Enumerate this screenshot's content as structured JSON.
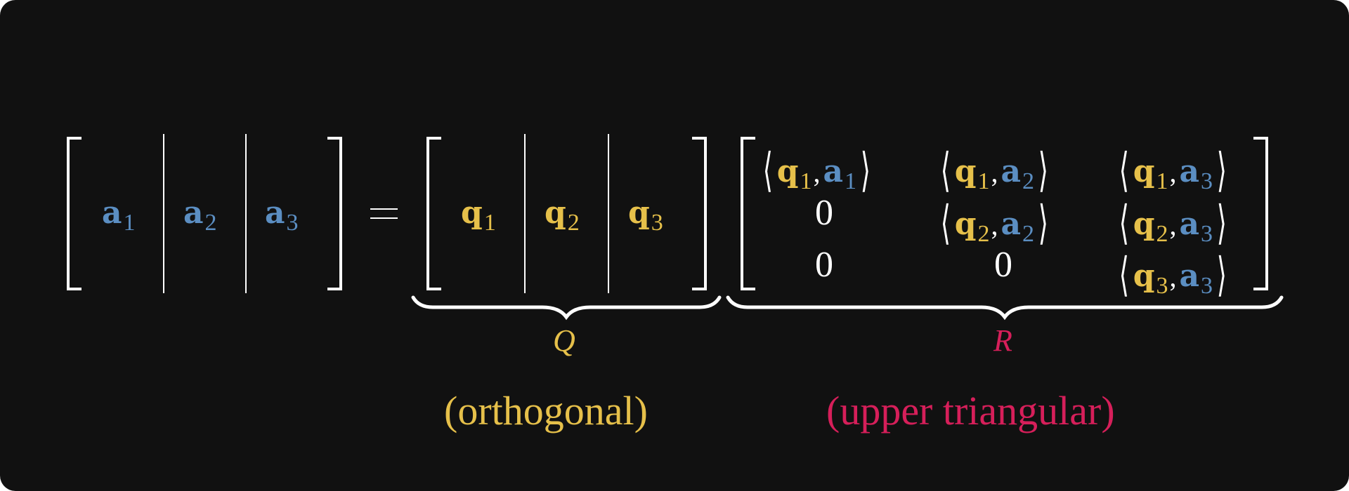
{
  "equation": {
    "lhs": {
      "columns": [
        {
          "symbol": "a",
          "subscript": "1"
        },
        {
          "symbol": "a",
          "subscript": "2"
        },
        {
          "symbol": "a",
          "subscript": "3"
        }
      ]
    },
    "equals": "=",
    "q_matrix": {
      "columns": [
        {
          "symbol": "q",
          "subscript": "1"
        },
        {
          "symbol": "q",
          "subscript": "2"
        },
        {
          "symbol": "q",
          "subscript": "3"
        }
      ]
    },
    "r_matrix": {
      "rows": [
        [
          {
            "type": "ip",
            "q": "q",
            "qi": "1",
            "a": "a",
            "ai": "1"
          },
          {
            "type": "ip",
            "q": "q",
            "qi": "1",
            "a": "a",
            "ai": "2"
          },
          {
            "type": "ip",
            "q": "q",
            "qi": "1",
            "a": "a",
            "ai": "3"
          }
        ],
        [
          {
            "type": "zero",
            "value": "0"
          },
          {
            "type": "ip",
            "q": "q",
            "qi": "2",
            "a": "a",
            "ai": "2"
          },
          {
            "type": "ip",
            "q": "q",
            "qi": "2",
            "a": "a",
            "ai": "3"
          }
        ],
        [
          {
            "type": "zero",
            "value": "0"
          },
          {
            "type": "zero",
            "value": "0"
          },
          {
            "type": "ip",
            "q": "q",
            "qi": "3",
            "a": "a",
            "ai": "3"
          }
        ]
      ],
      "langle": "⟨",
      "rangle": "⟩",
      "comma": ","
    }
  },
  "labels": {
    "q_label": "Q",
    "r_label": "R",
    "q_description": "(orthogonal)",
    "r_description": "(upper triangular)"
  },
  "colors": {
    "background": "#111111",
    "a_vectors": "#5b8ec2",
    "q_vectors": "#e6c04a",
    "r_label": "#d61f5a",
    "structure": "#ffffff"
  }
}
